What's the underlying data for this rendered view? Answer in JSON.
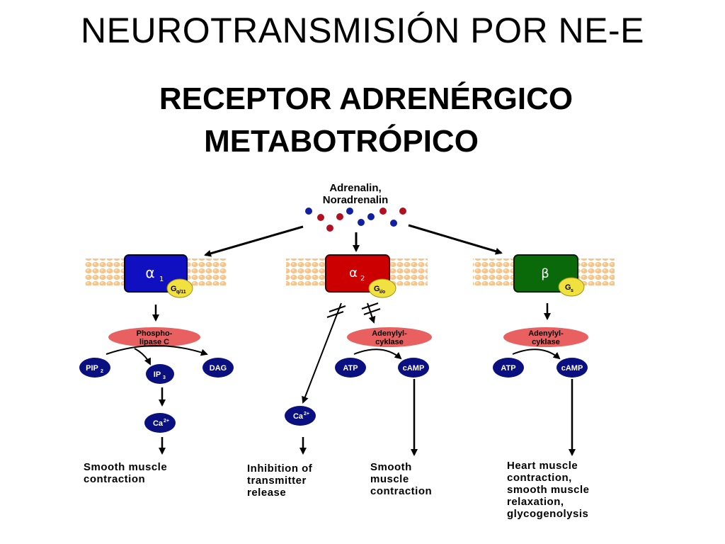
{
  "title": "NEUROTRANSMISIÓN POR NE-E",
  "subtitle_line1": "RECEPTOR ADRENÉRGICO",
  "subtitle_line2": "METABOTRÓPICO",
  "ligand": {
    "line1": "Adrenalin,",
    "line2": "Noradrenalin"
  },
  "receptors": {
    "alpha1": {
      "label": "α",
      "sub": "1",
      "gprotein": "G",
      "gsub": "q/11",
      "color": "#1010c0"
    },
    "alpha2": {
      "label": "α",
      "sub": "2",
      "gprotein": "G",
      "gsub": "i/o",
      "color": "#cc0000"
    },
    "beta": {
      "label": "β",
      "gprotein": "G",
      "gsub": "s",
      "color": "#0a6a0a"
    }
  },
  "enzymes": {
    "plc": {
      "line1": "Phospho-",
      "line2": "lipase C"
    },
    "ac2": {
      "line1": "Adenylyl-",
      "line2": "cyklase"
    },
    "acb": {
      "line1": "Adenylyl-",
      "line2": "cyklase"
    }
  },
  "molecules": {
    "pip2": {
      "text": "PIP",
      "sub": "2"
    },
    "ip3": {
      "text": "IP",
      "sub": "3"
    },
    "dag": {
      "text": "DAG"
    },
    "ca1": {
      "text": "Ca",
      "sup": "2+"
    },
    "ca2": {
      "text": "Ca",
      "sup": "2+"
    },
    "atp2": {
      "text": "ATP"
    },
    "camp2": {
      "text": "cAMP"
    },
    "atpb": {
      "text": "ATP"
    },
    "campb": {
      "text": "cAMP"
    }
  },
  "outcomes": {
    "alpha1": [
      "Smooth muscle",
      "contraction"
    ],
    "alpha2_ca": [
      "Inhibition of",
      "transmitter",
      "release"
    ],
    "alpha2_camp": [
      "Smooth",
      "muscle",
      "contraction"
    ],
    "beta": [
      "Heart muscle",
      "contraction,",
      "smooth muscle",
      "relaxation,",
      "glycogenolysis"
    ]
  },
  "colors": {
    "enzyme": "#e86060",
    "molecule": "#0a1080",
    "gprotein": "#f0e040",
    "membrane": "#f5c48a",
    "ligand_red": "#b01020",
    "ligand_blue": "#1020a0"
  }
}
